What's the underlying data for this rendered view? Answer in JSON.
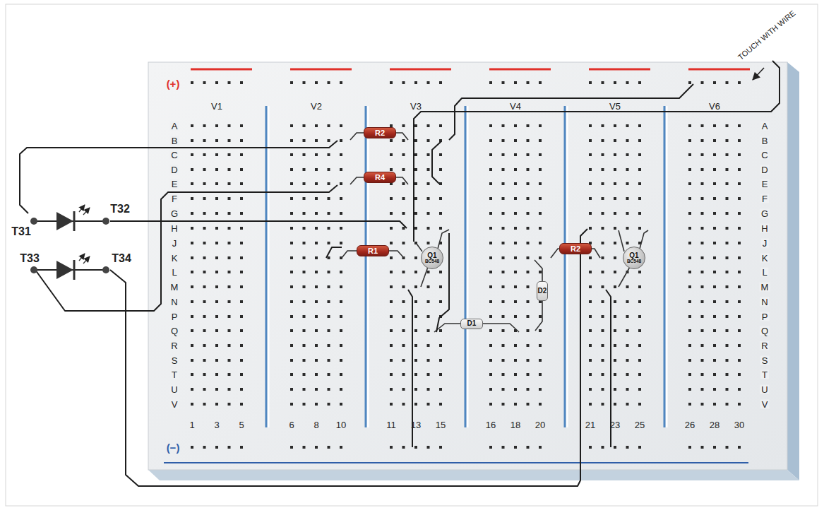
{
  "diagram": {
    "nodes": [
      {
        "text": [
          "R2"
        ]
      },
      {
        "text": [
          "R4"
        ]
      },
      {
        "text": [
          "R1"
        ]
      },
      {
        "text": [
          "Q1",
          "BC548"
        ]
      },
      {
        "text": [
          "D1"
        ]
      },
      {
        "text": [
          "D2"
        ]
      },
      {
        "text": [
          "R2"
        ]
      },
      {
        "text": [
          "Q1",
          "BC548"
        ]
      }
    ],
    "labels": [
      "(+)",
      "V1",
      "V2",
      "V3",
      "V4",
      "V5",
      "V6",
      "A",
      "B",
      "C",
      "D",
      "E",
      "F",
      "G",
      "H",
      "J",
      "K",
      "L",
      "M",
      "N",
      "P",
      "Q",
      "R",
      "S",
      "T",
      "U",
      "V",
      "A",
      "B",
      "C",
      "D",
      "E",
      "F",
      "G",
      "H",
      "J",
      "K",
      "L",
      "M",
      "N",
      "P",
      "Q",
      "R",
      "S",
      "T",
      "U",
      "V",
      "1",
      "3",
      "5",
      "6",
      "8",
      "10",
      "11",
      "13",
      "15",
      "16",
      "18",
      "20",
      "21",
      "23",
      "25",
      "26",
      "28",
      "30",
      "(−)",
      "TOUCH WITH WIRE",
      "T31",
      "T32",
      "T33",
      "T34"
    ]
  }
}
